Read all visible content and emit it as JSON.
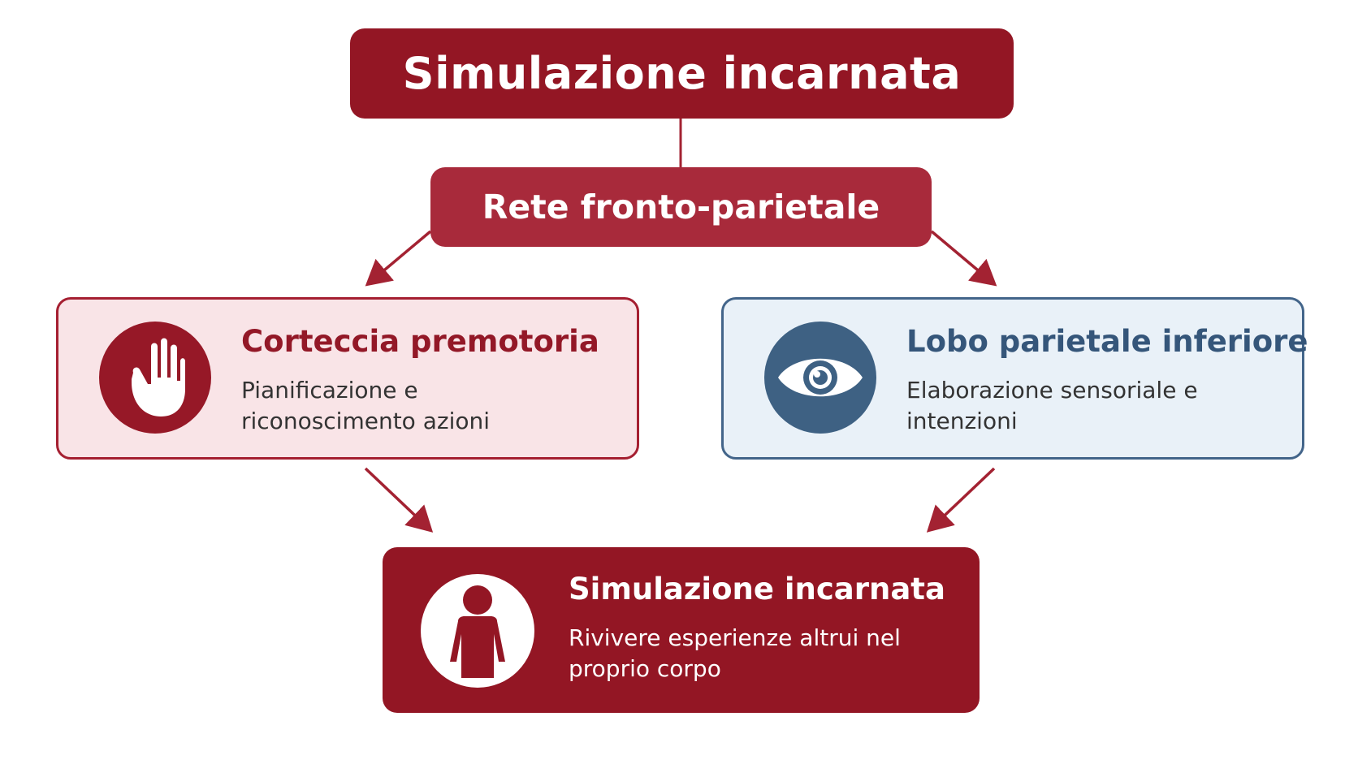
{
  "header": {
    "title": "Simulazione  incarnata"
  },
  "network": {
    "title": "Rete fronto-parietale"
  },
  "premotor": {
    "title": "Corteccia premotoria",
    "description": "Pianificazione e riconoscimento azioni",
    "icon": "hand-icon",
    "color": "#931624"
  },
  "parietal": {
    "title": "Lobo parietale inferiore",
    "description": "Elaborazione sensoriale e intenzioni",
    "icon": "eye-icon",
    "color": "#3e6183"
  },
  "outcome": {
    "title": "Simulazione incarnata",
    "description": "Rivivere esperienze altrui nel proprio corpo",
    "icon": "person-icon"
  }
}
